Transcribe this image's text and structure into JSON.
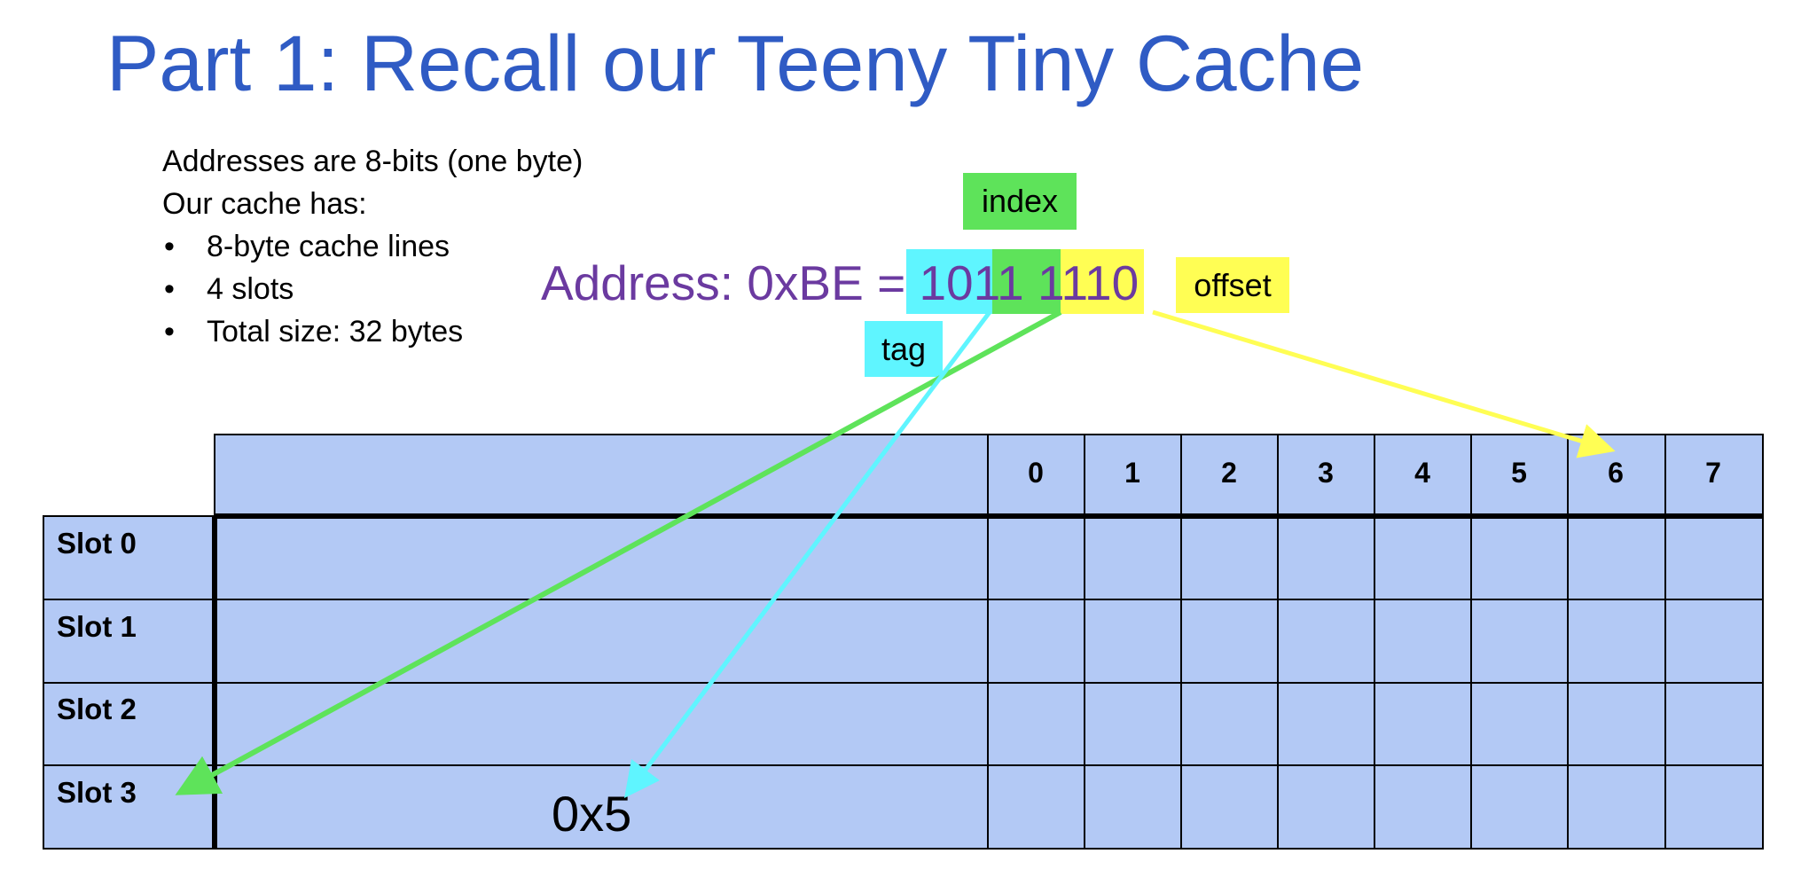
{
  "title": "Part 1: Recall our Teeny Tiny Cache",
  "info": {
    "line1": "Addresses are 8-bits (one byte)",
    "line2": "Our cache has:",
    "bullets": [
      "8-byte cache lines",
      "4 slots",
      "Total size: 32 bytes"
    ]
  },
  "address": {
    "prefix": "Address: 0xBE = ",
    "bits": "1011 1110"
  },
  "labels": {
    "index": "index",
    "offset": "offset",
    "tag": "tag"
  },
  "table": {
    "columns": [
      "0",
      "1",
      "2",
      "3",
      "4",
      "5",
      "6",
      "7"
    ],
    "slots": [
      "Slot 0",
      "Slot 1",
      "Slot 2",
      "Slot 3"
    ],
    "tag_value": "0x5"
  },
  "colors": {
    "title": "#2f5bc4",
    "address_text": "#6b3aa0",
    "tag": "#5ff5ff",
    "index": "#5ee35a",
    "offset": "#fffe54",
    "table_fill": "#b3c9f5"
  }
}
